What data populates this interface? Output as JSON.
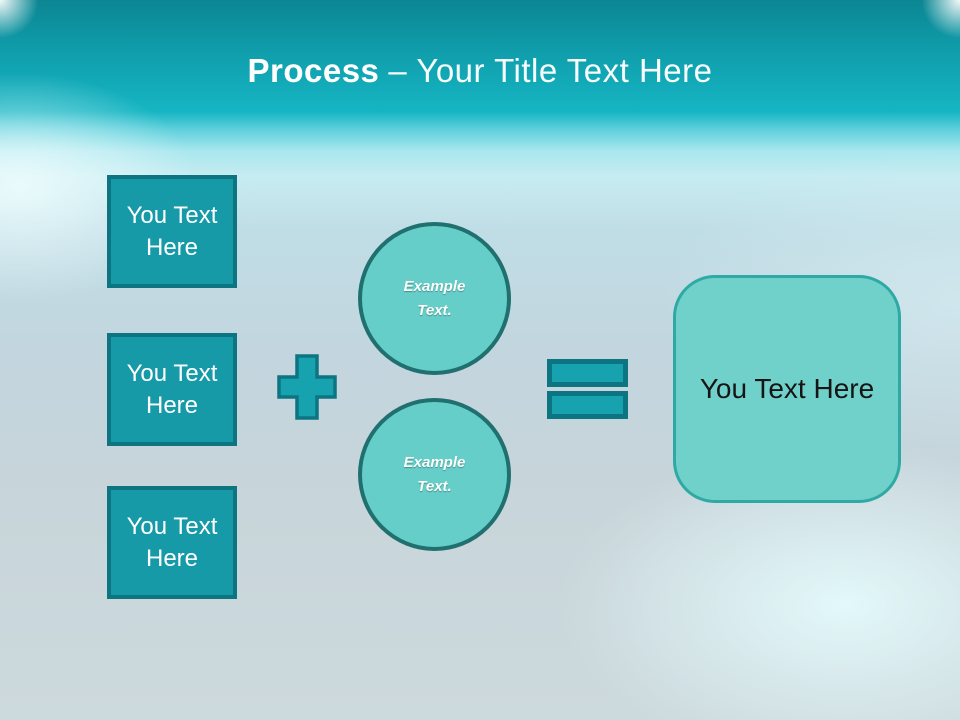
{
  "title": {
    "bold": "Process",
    "rest": "– Your Title Text Here"
  },
  "input_boxes": [
    {
      "label": "You Text Here"
    },
    {
      "label": "You Text Here"
    },
    {
      "label": "You Text Here"
    }
  ],
  "example_circles": [
    {
      "label": "Example Text."
    },
    {
      "label": "Example Text."
    }
  ],
  "result_box": {
    "label": "You Text Here"
  },
  "icons": {
    "plus": "plus-icon",
    "equals": "equals-icon"
  },
  "colors": {
    "header_top": "#0c8692",
    "header_teal": "#16b5c3",
    "square_fill": "#179aa8",
    "square_border": "#0d7482",
    "operator_fill": "#17a2b0",
    "operator_border": "#0d7482",
    "circle_fill": "#66cec8",
    "circle_border": "#20706f",
    "result_fill": "#70d1cb",
    "result_border": "#2fa9a3",
    "title_text": "#ffffff",
    "result_text": "#151515"
  }
}
